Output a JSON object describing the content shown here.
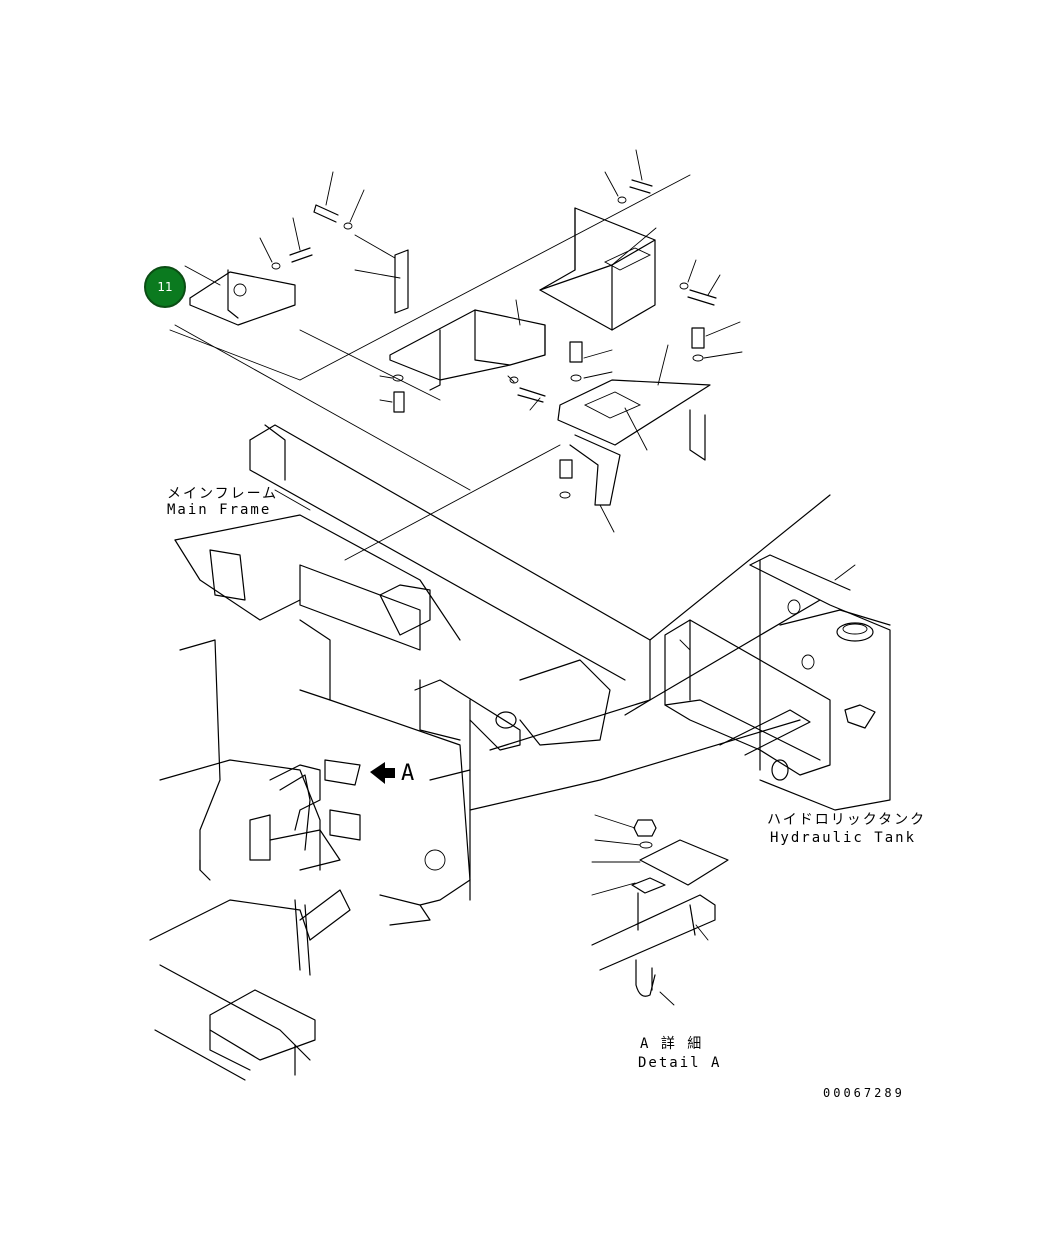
{
  "callout": {
    "number": "11",
    "color": "#0b7a1f"
  },
  "labels": {
    "main_frame_jp": "メインフレーム",
    "main_frame_en": "Main Frame",
    "hydraulic_tank_jp": "ハイドロリックタンク",
    "hydraulic_tank_en": "Hydraulic Tank",
    "view_arrow": "A",
    "detail_jp": "A 詳 細",
    "detail_en": "Detail A",
    "drawing_number": "00067289"
  }
}
